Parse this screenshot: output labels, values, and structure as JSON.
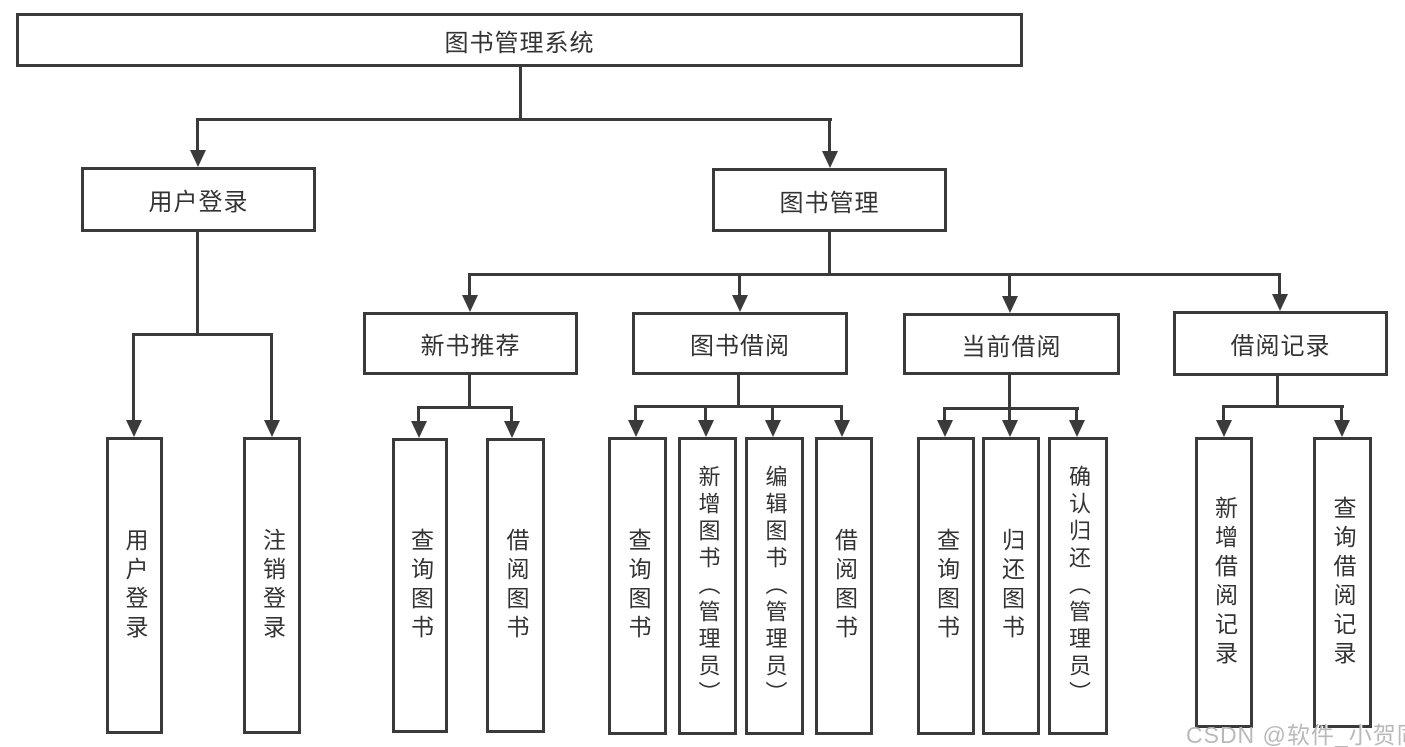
{
  "colors": {
    "line": "#3a3a3a",
    "text": "#333333",
    "watermark": "#b9b9b9",
    "background": "#ffffff"
  },
  "tree": {
    "root": "图书管理系统",
    "branches": [
      {
        "label": "用户登录",
        "children": [
          "用户登录",
          "注销登录"
        ]
      },
      {
        "label": "图书管理",
        "children": [
          {
            "label": "新书推荐",
            "children": [
              "查询图书",
              "借阅图书"
            ]
          },
          {
            "label": "图书借阅",
            "children": [
              "查询图书",
              "新增图书（管理员）",
              "编辑图书（管理员）",
              "借阅图书"
            ]
          },
          {
            "label": "当前借阅",
            "children": [
              "查询图书",
              "归还图书",
              "确认归还（管理员）"
            ]
          },
          {
            "label": "借阅记录",
            "children": [
              "新增借阅记录",
              "查询借阅记录"
            ]
          }
        ]
      }
    ]
  },
  "watermark": {
    "text": "CSDN @软件_小贺同学"
  }
}
